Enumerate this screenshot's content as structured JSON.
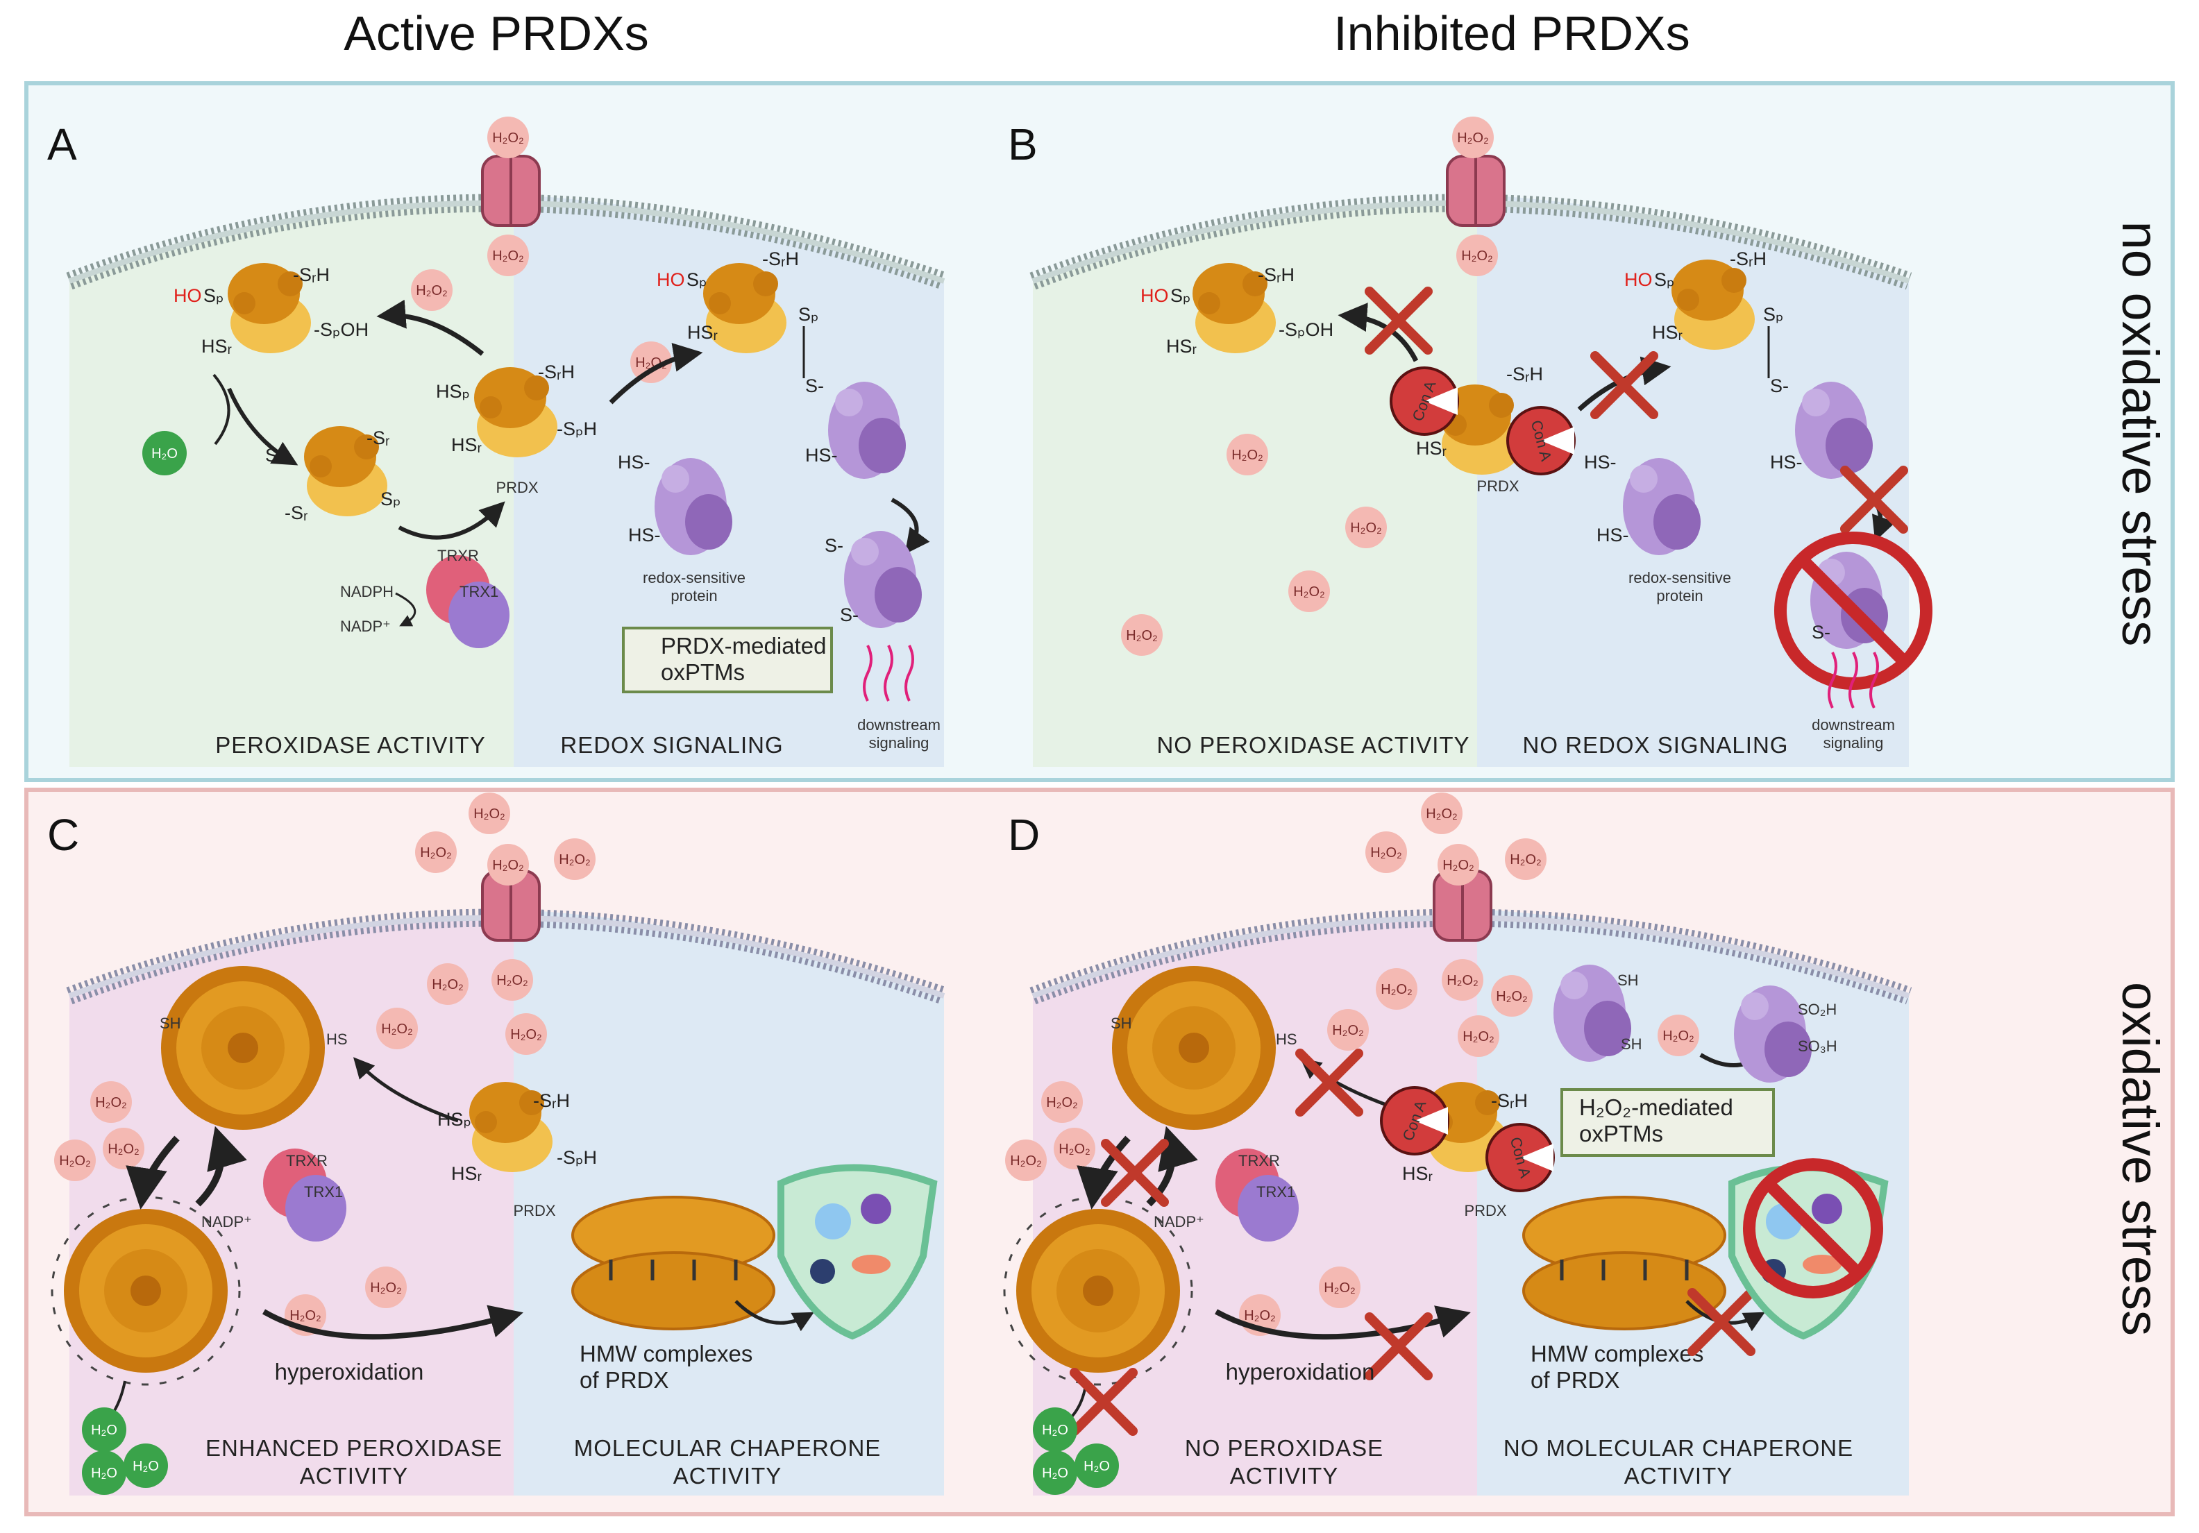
{
  "columns": {
    "left": "Active PRDXs",
    "right": "Inhibited PRDXs"
  },
  "rows": {
    "top": "no oxidative stress",
    "bottom": "oxidative stress"
  },
  "panels": {
    "A": {
      "label": "A",
      "caption_left": "PEROXIDASE ACTIVITY",
      "caption_right": "REDOX SIGNALING",
      "callout_line1": "PRDX-mediated",
      "callout_line2": "oxPTMs",
      "protein_line1": "redox-sensitive",
      "protein_line2": "protein",
      "downstream_line1": "downstream",
      "downstream_line2": "signaling",
      "prdx": "PRDX",
      "nadph": "NADPH",
      "nadp": "NADP⁺",
      "trxr": "TRXR",
      "trx1": "TRX1"
    },
    "B": {
      "label": "B",
      "caption_left": "NO PEROXIDASE ACTIVITY",
      "caption_right": "NO REDOX SIGNALING",
      "protein_line1": "redox-sensitive",
      "protein_line2": "protein",
      "downstream_line1": "downstream",
      "downstream_line2": "signaling",
      "prdx": "PRDX",
      "inhibitor": "Con A"
    },
    "C": {
      "label": "C",
      "caption_left_line1": "ENHANCED PEROXIDASE",
      "caption_left_line2": "ACTIVITY",
      "caption_right_line1": "MOLECULAR CHAPERONE",
      "caption_right_line2": "ACTIVITY",
      "hyperoxidation": "hyperoxidation",
      "hmw_line1": "HMW complexes",
      "hmw_line2": "of PRDX",
      "prdx": "PRDX",
      "nadp": "NADP⁺",
      "trxr": "TRXR",
      "trx1": "TRX1"
    },
    "D": {
      "label": "D",
      "caption_left_line1": "NO PEROXIDASE",
      "caption_left_line2": "ACTIVITY",
      "caption_right_line1": "NO MOLECULAR CHAPERONE",
      "caption_right_line2": "ACTIVITY",
      "hyperoxidation": "hyperoxidation",
      "hmw_line1": "HMW complexes",
      "hmw_line2": "of PRDX",
      "callout_line1": "H₂O₂-mediated",
      "callout_line2": "oxPTMs",
      "prdx": "PRDX",
      "inhibitor": "Con A",
      "sh": "SH",
      "so2h": "SO₂H",
      "so3h": "SO₃H"
    }
  },
  "chem": {
    "h2o2": "H₂O₂",
    "h2o": "H₂O",
    "hosp": "HO",
    "sp": "Sₚ",
    "sph": "-SₚH",
    "spoh": "-SₚOH",
    "srh": "-SᵣH",
    "hsr": "HSᵣ",
    "hsp": "HSₚ",
    "sr": "-Sᵣ",
    "hs": "HS-",
    "s": "S-"
  },
  "colors": {
    "top_frame": "#a9d3db",
    "bottom_frame": "#e8b9b8",
    "cytosol_green": "#e6f2e6",
    "cytosol_blue": "#dde9f4",
    "cytosol_pink": "#f1dcec",
    "prdx_dark": "#d68a16",
    "prdx_light": "#f2c14e",
    "protein_purple": "#a47fc9",
    "h2o2_pink": "#f4b9b3",
    "h2o_green": "#3aa34a",
    "inhibitor_red": "#d23c3c",
    "cross_red": "#c0392b"
  }
}
